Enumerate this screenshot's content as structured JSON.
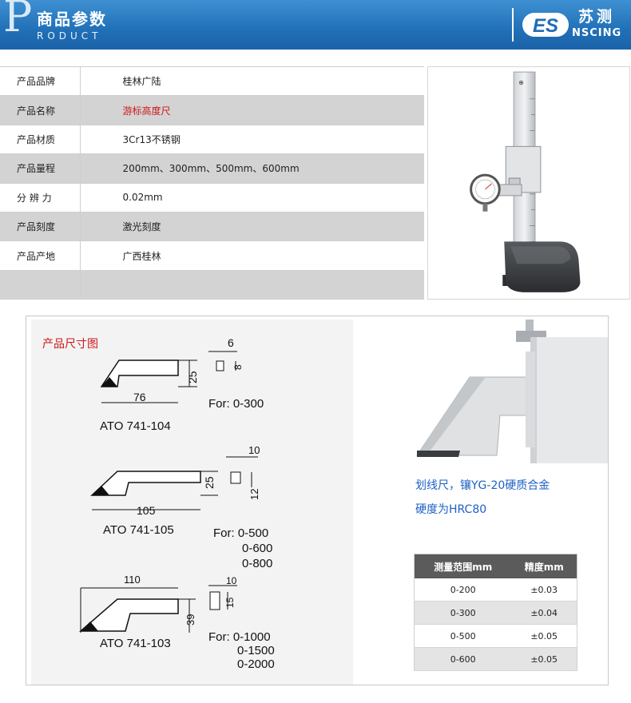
{
  "header": {
    "big_letter": "P",
    "title": "商品参数",
    "subtitle": "RODUCT",
    "brand_logo_text": "ES",
    "brand_cn": "苏测",
    "brand_en": "NSCING"
  },
  "specs": [
    {
      "label": "产品品牌",
      "value": "桂林广陆",
      "value_color": "#222222"
    },
    {
      "label": "产品名称",
      "value": "游标高度尺",
      "value_color": "#d0171a"
    },
    {
      "label": "产品材质",
      "value": "3Cr13不锈钢",
      "value_color": "#222222"
    },
    {
      "label": "产品量程",
      "value": "200mm、300mm、500mm、600mm",
      "value_color": "#222222"
    },
    {
      "label": "分 辨 力",
      "value": "0.02mm",
      "value_color": "#222222"
    },
    {
      "label": "产品刻度",
      "value": "激光刻度",
      "value_color": "#222222"
    },
    {
      "label": "产品产地",
      "value": "广西桂林",
      "value_color": "#222222"
    },
    {
      "label": "",
      "value": "",
      "value_color": "#222222"
    }
  ],
  "drawing": {
    "title": "产品尺寸图",
    "items": [
      {
        "model": "ATO 741-104",
        "length": "76",
        "height": "25",
        "width": "6",
        "thick": "8",
        "for_label": "For: 0-300",
        "ranges": []
      },
      {
        "model": "ATO 741-105",
        "length": "105",
        "height": "25",
        "width": "10",
        "thick": "12",
        "for_label": "For: 0-500",
        "ranges": [
          "0-600",
          "0-800"
        ]
      },
      {
        "model": "ATO 741-103",
        "length": "110",
        "height": "39",
        "width": "10",
        "thick": "15",
        "for_label": "For: 0-1000",
        "ranges": [
          "0-1500",
          "0-2000"
        ]
      }
    ]
  },
  "caption": {
    "line1": "划线尺，镶YG-20硬质合金",
    "line2": "硬度为HRC80"
  },
  "range_table": {
    "headers": [
      "测量范围mm",
      "精度mm"
    ],
    "rows": [
      [
        "0-200",
        "±0.03"
      ],
      [
        "0-300",
        "±0.04"
      ],
      [
        "0-500",
        "±0.05"
      ],
      [
        "0-600",
        "±0.05"
      ]
    ]
  },
  "gauge_brand_mark": "⊕"
}
